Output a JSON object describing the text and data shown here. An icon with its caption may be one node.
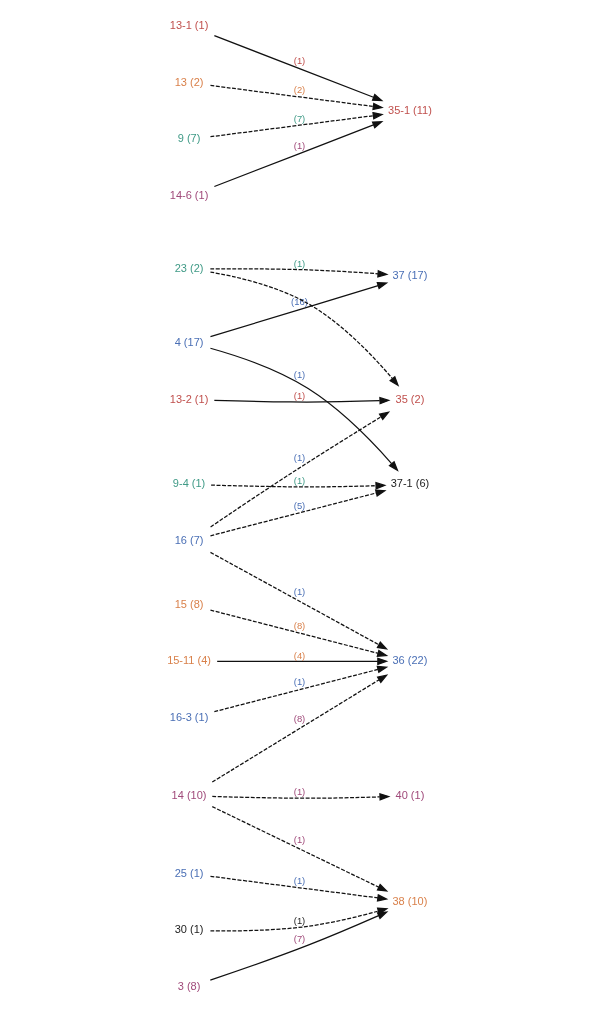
{
  "diagram": {
    "nodes": [
      {
        "text": [
          "4 (17)"
        ]
      },
      {
        "text": [
          "13-2 (1)"
        ]
      },
      {
        "text": [
          "30 (1)"
        ]
      },
      {
        "text": [
          "13-1 (1)"
        ]
      },
      {
        "text": [
          "13 (2)"
        ]
      },
      {
        "text": [
          "23 (2)"
        ]
      },
      {
        "text": [
          "3 (8)"
        ]
      },
      {
        "text": [
          "25 (1)"
        ]
      },
      {
        "text": [
          "15 (8)"
        ]
      },
      {
        "text": [
          "15-11 (4)"
        ]
      },
      {
        "text": [
          "16 (7)"
        ]
      },
      {
        "text": [
          "16-3 (1)"
        ]
      },
      {
        "text": [
          "9 (7)"
        ]
      },
      {
        "text": [
          "9-4 (1)"
        ]
      },
      {
        "text": [
          "14 (10)"
        ]
      },
      {
        "text": [
          "14-6 (1)"
        ]
      },
      {
        "text": [
          "37 (17)"
        ]
      },
      {
        "text": [
          "35 (2)"
        ]
      },
      {
        "text": [
          "37-1 (6)"
        ]
      },
      {
        "text": [
          "38 (10)"
        ]
      },
      {
        "text": [
          "40 (1)"
        ]
      },
      {
        "text": [
          "36 (22)"
        ]
      },
      {
        "text": [
          "35-1 (11)"
        ]
      }
    ],
    "edges": [
      {
        "from": 0,
        "to": 16,
        "arrow": "to",
        "label": "(16)"
      },
      {
        "from": 0,
        "to": 18,
        "arrow": "to",
        "label": "(1)"
      },
      {
        "from": 1,
        "to": 17,
        "arrow": "to",
        "label": "(1)"
      },
      {
        "from": 2,
        "to": 19,
        "arrow": "to",
        "label": "(1)",
        "style": "dashed"
      },
      {
        "from": 3,
        "to": 22,
        "arrow": "to",
        "label": "(1)"
      },
      {
        "from": 4,
        "to": 22,
        "arrow": "to",
        "label": "(2)",
        "style": "dashed"
      },
      {
        "from": 5,
        "to": 16,
        "arrow": "to",
        "label": "(1)",
        "style": "dashed"
      },
      {
        "from": 5,
        "to": 17,
        "arrow": "to",
        "style": "dashed"
      },
      {
        "from": 6,
        "to": 19,
        "arrow": "to",
        "label": "(7)"
      },
      {
        "from": 7,
        "to": 19,
        "arrow": "to",
        "label": "(1)",
        "style": "dashed"
      },
      {
        "from": 8,
        "to": 21,
        "arrow": "to",
        "label": "(8)",
        "style": "dashed"
      },
      {
        "from": 9,
        "to": 21,
        "arrow": "to",
        "label": "(4)"
      },
      {
        "from": 10,
        "to": 18,
        "arrow": "to",
        "label": "(5)",
        "style": "dashed"
      },
      {
        "from": 10,
        "to": 21,
        "arrow": "to",
        "label": "(1)",
        "style": "dashed"
      },
      {
        "from": 10,
        "to": 17,
        "arrow": "to",
        "label": "(1)",
        "style": "dashed"
      },
      {
        "from": 11,
        "to": 21,
        "arrow": "to",
        "label": "(1)",
        "style": "dashed"
      },
      {
        "from": 12,
        "to": 22,
        "arrow": "to",
        "label": "(7)",
        "style": "dashed"
      },
      {
        "from": 13,
        "to": 18,
        "arrow": "to",
        "label": "(1)",
        "style": "dashed"
      },
      {
        "from": 14,
        "to": 19,
        "arrow": "to",
        "label": "(1)",
        "style": "dashed"
      },
      {
        "from": 14,
        "to": 20,
        "arrow": "to",
        "label": "(1)",
        "style": "dashed"
      },
      {
        "from": 14,
        "to": 21,
        "arrow": "to",
        "label": "(8)",
        "style": "dashed"
      },
      {
        "from": 15,
        "to": 22,
        "arrow": "to",
        "label": "(1)"
      }
    ]
  }
}
